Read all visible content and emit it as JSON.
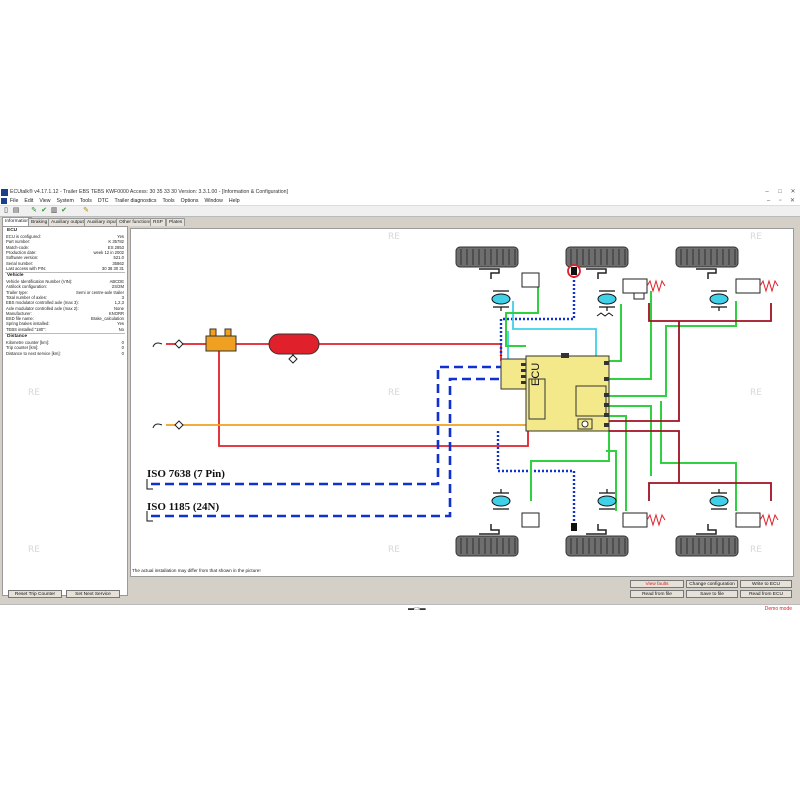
{
  "window": {
    "title": "ECUtalk® v4.17.1.12 - Trailer EBS TEBS KWF0000 Access: 30 35 33 30 Version: 3.3.1.00 - [Information & Configuration]",
    "menu": [
      "File",
      "Edit",
      "View",
      "System",
      "Tools",
      "DTC",
      "Trailer diagnostics",
      "Tools",
      "Options",
      "Window",
      "Help"
    ]
  },
  "tabs": [
    "Information",
    "Braking",
    "Auxiliary outputs",
    "Auxiliary input",
    "Other functions",
    "RSP",
    "Plates"
  ],
  "left_panel": {
    "ecu": {
      "heading": "ECU",
      "rows": [
        {
          "k": "ECU is configured:",
          "v": "Yes"
        },
        {
          "k": "Part number:",
          "v": "K 35782"
        },
        {
          "k": "Match-code:",
          "v": "ES 2853"
        },
        {
          "k": "Production date:",
          "v": "week 12 in 2002"
        },
        {
          "k": "Software version:",
          "v": "521.0"
        },
        {
          "k": "Serial number:",
          "v": "35862"
        },
        {
          "k": "Last access with PIN:",
          "v": "30 38 30 31"
        }
      ]
    },
    "vehicle": {
      "heading": "Vehicle",
      "rows": [
        {
          "k": "Vehicle Identification Number (VIN):",
          "v": "ABCDE"
        },
        {
          "k": "Antilock configuration:",
          "v": "2S/2M"
        },
        {
          "k": "Trailer type:",
          "v": "Semi or centre-axle trailer"
        },
        {
          "k": "Total number of axles:",
          "v": "3"
        },
        {
          "k": "EBS modulator controlled axle (max 3):",
          "v": "1,2,3"
        },
        {
          "k": "Axle modulator controlled axle (max 2):",
          "v": "None"
        },
        {
          "k": "Manufacturer:",
          "v": "KNORR"
        },
        {
          "k": "BSD file name:",
          "v": "Brake_calculation"
        },
        {
          "k": "Spring brakes installed:",
          "v": "Yes"
        },
        {
          "k": "TEBS installed \"180\":",
          "v": "No"
        }
      ]
    },
    "distance": {
      "heading": "Distance",
      "rows": [
        {
          "k": "Kilometre counter [km]:",
          "v": "0"
        },
        {
          "k": "Trip counter [km]:",
          "v": "0"
        },
        {
          "k": "Distance to next service [km]:",
          "v": "0"
        }
      ]
    },
    "buttons": {
      "reset_trip": "Reset Trip Counter",
      "set_next_service": "Set Next Service"
    }
  },
  "diagram": {
    "labels": {
      "iso7638": "ISO 7638 (7 Pin)",
      "iso1185": "ISO 1185 (24N)",
      "ecu": "ECU"
    },
    "note": "The actual installation may differ from that shown in the picture!"
  },
  "buttons": {
    "view_faults": "View faults",
    "change_configuration": "Change configuration",
    "write_to_ecu": "Write to ECU",
    "read_from_file": "Read from file",
    "save_to_file": "Save to file",
    "read_from_ecu": "Read from ECU"
  },
  "status": {
    "demo_mode": "Demo mode"
  },
  "watermark": "RE",
  "colors": {
    "red_line": "#e0202a",
    "orange_line": "#f0a020",
    "green_line": "#30d040",
    "cyan_line": "#40d0e8",
    "blue_line": "#1030d0",
    "darkred_line": "#a01020",
    "ecu_fill": "#f3e98a"
  }
}
